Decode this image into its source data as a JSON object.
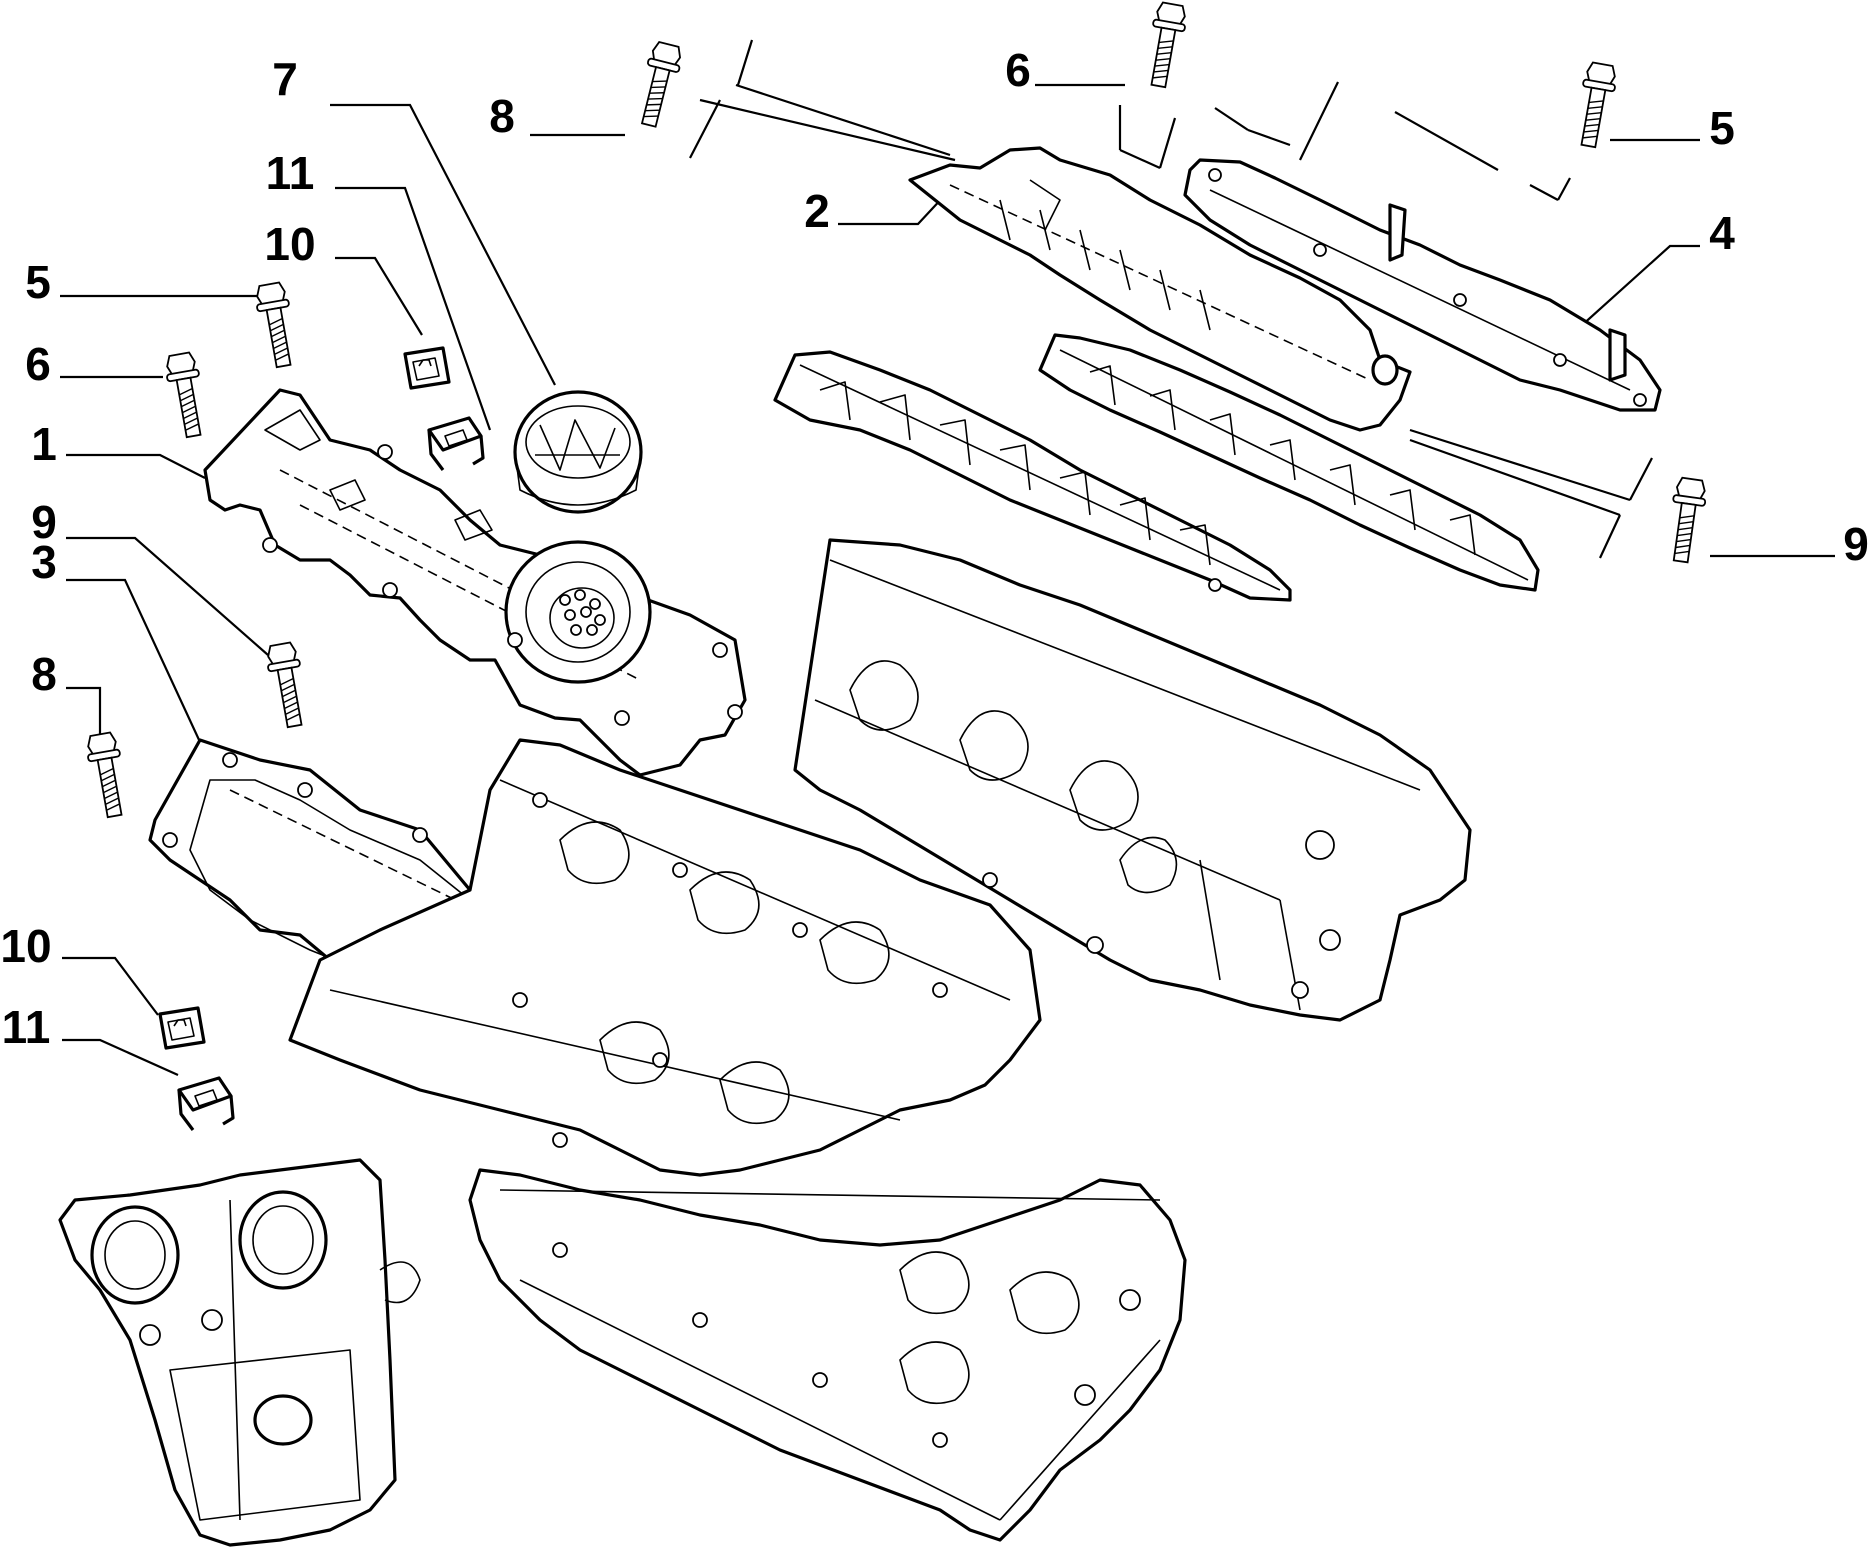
{
  "callouts": {
    "c7": "7",
    "c8_top": "8",
    "c6_top": "6",
    "c5_top": "5",
    "c2": "2",
    "c4": "4",
    "c11_top": "11",
    "c10_top": "10",
    "c5_left": "5",
    "c6_left": "6",
    "c1": "1",
    "c9_left": "9",
    "c3": "3",
    "c8_left": "8",
    "c9_right": "9",
    "c10_bottom": "10",
    "c11_bottom": "11"
  }
}
